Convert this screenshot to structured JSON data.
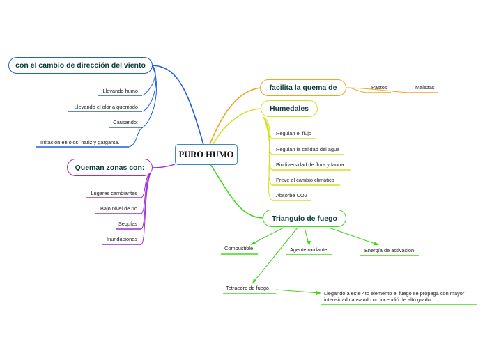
{
  "central": "PURO HUMO",
  "colors": {
    "blue": "#1f5fe0",
    "purple": "#a12ad6",
    "orange": "#f2a51e",
    "yellow": "#d5e024",
    "green": "#41d81a"
  },
  "branches": {
    "viento": {
      "title": "con el cambio de dirección del viento",
      "items": [
        "Llevando humo",
        "Llevando el olor a quemado",
        "Causando:",
        "Irritación en ojos, nariz y garganta."
      ]
    },
    "queman": {
      "title": "Queman zonas con:",
      "items": [
        "Lugares cambiantes",
        "Bajo nivel de río",
        "Sequías",
        "Inundaciones"
      ]
    },
    "quema": {
      "title": "facilita la quema de",
      "items": [
        "Pastos",
        "Malezas"
      ]
    },
    "humedales": {
      "title": "Humedales",
      "items": [
        "Regulan el flujo",
        "Regulan la calidad del agua",
        "Biodiversidad de flora y fauna",
        "Prevé el cambio climático",
        "Absorbe CO2"
      ]
    },
    "triangulo": {
      "title": "Triangulo de fuego",
      "items": [
        "Combustible",
        "Agente oxidante",
        "Energía de activación",
        "Tetraedro de fuego"
      ],
      "note": "Llegando a este 4to elemento el fuego se propaga con mayor intensidad causando un incendió de alto grado."
    }
  }
}
